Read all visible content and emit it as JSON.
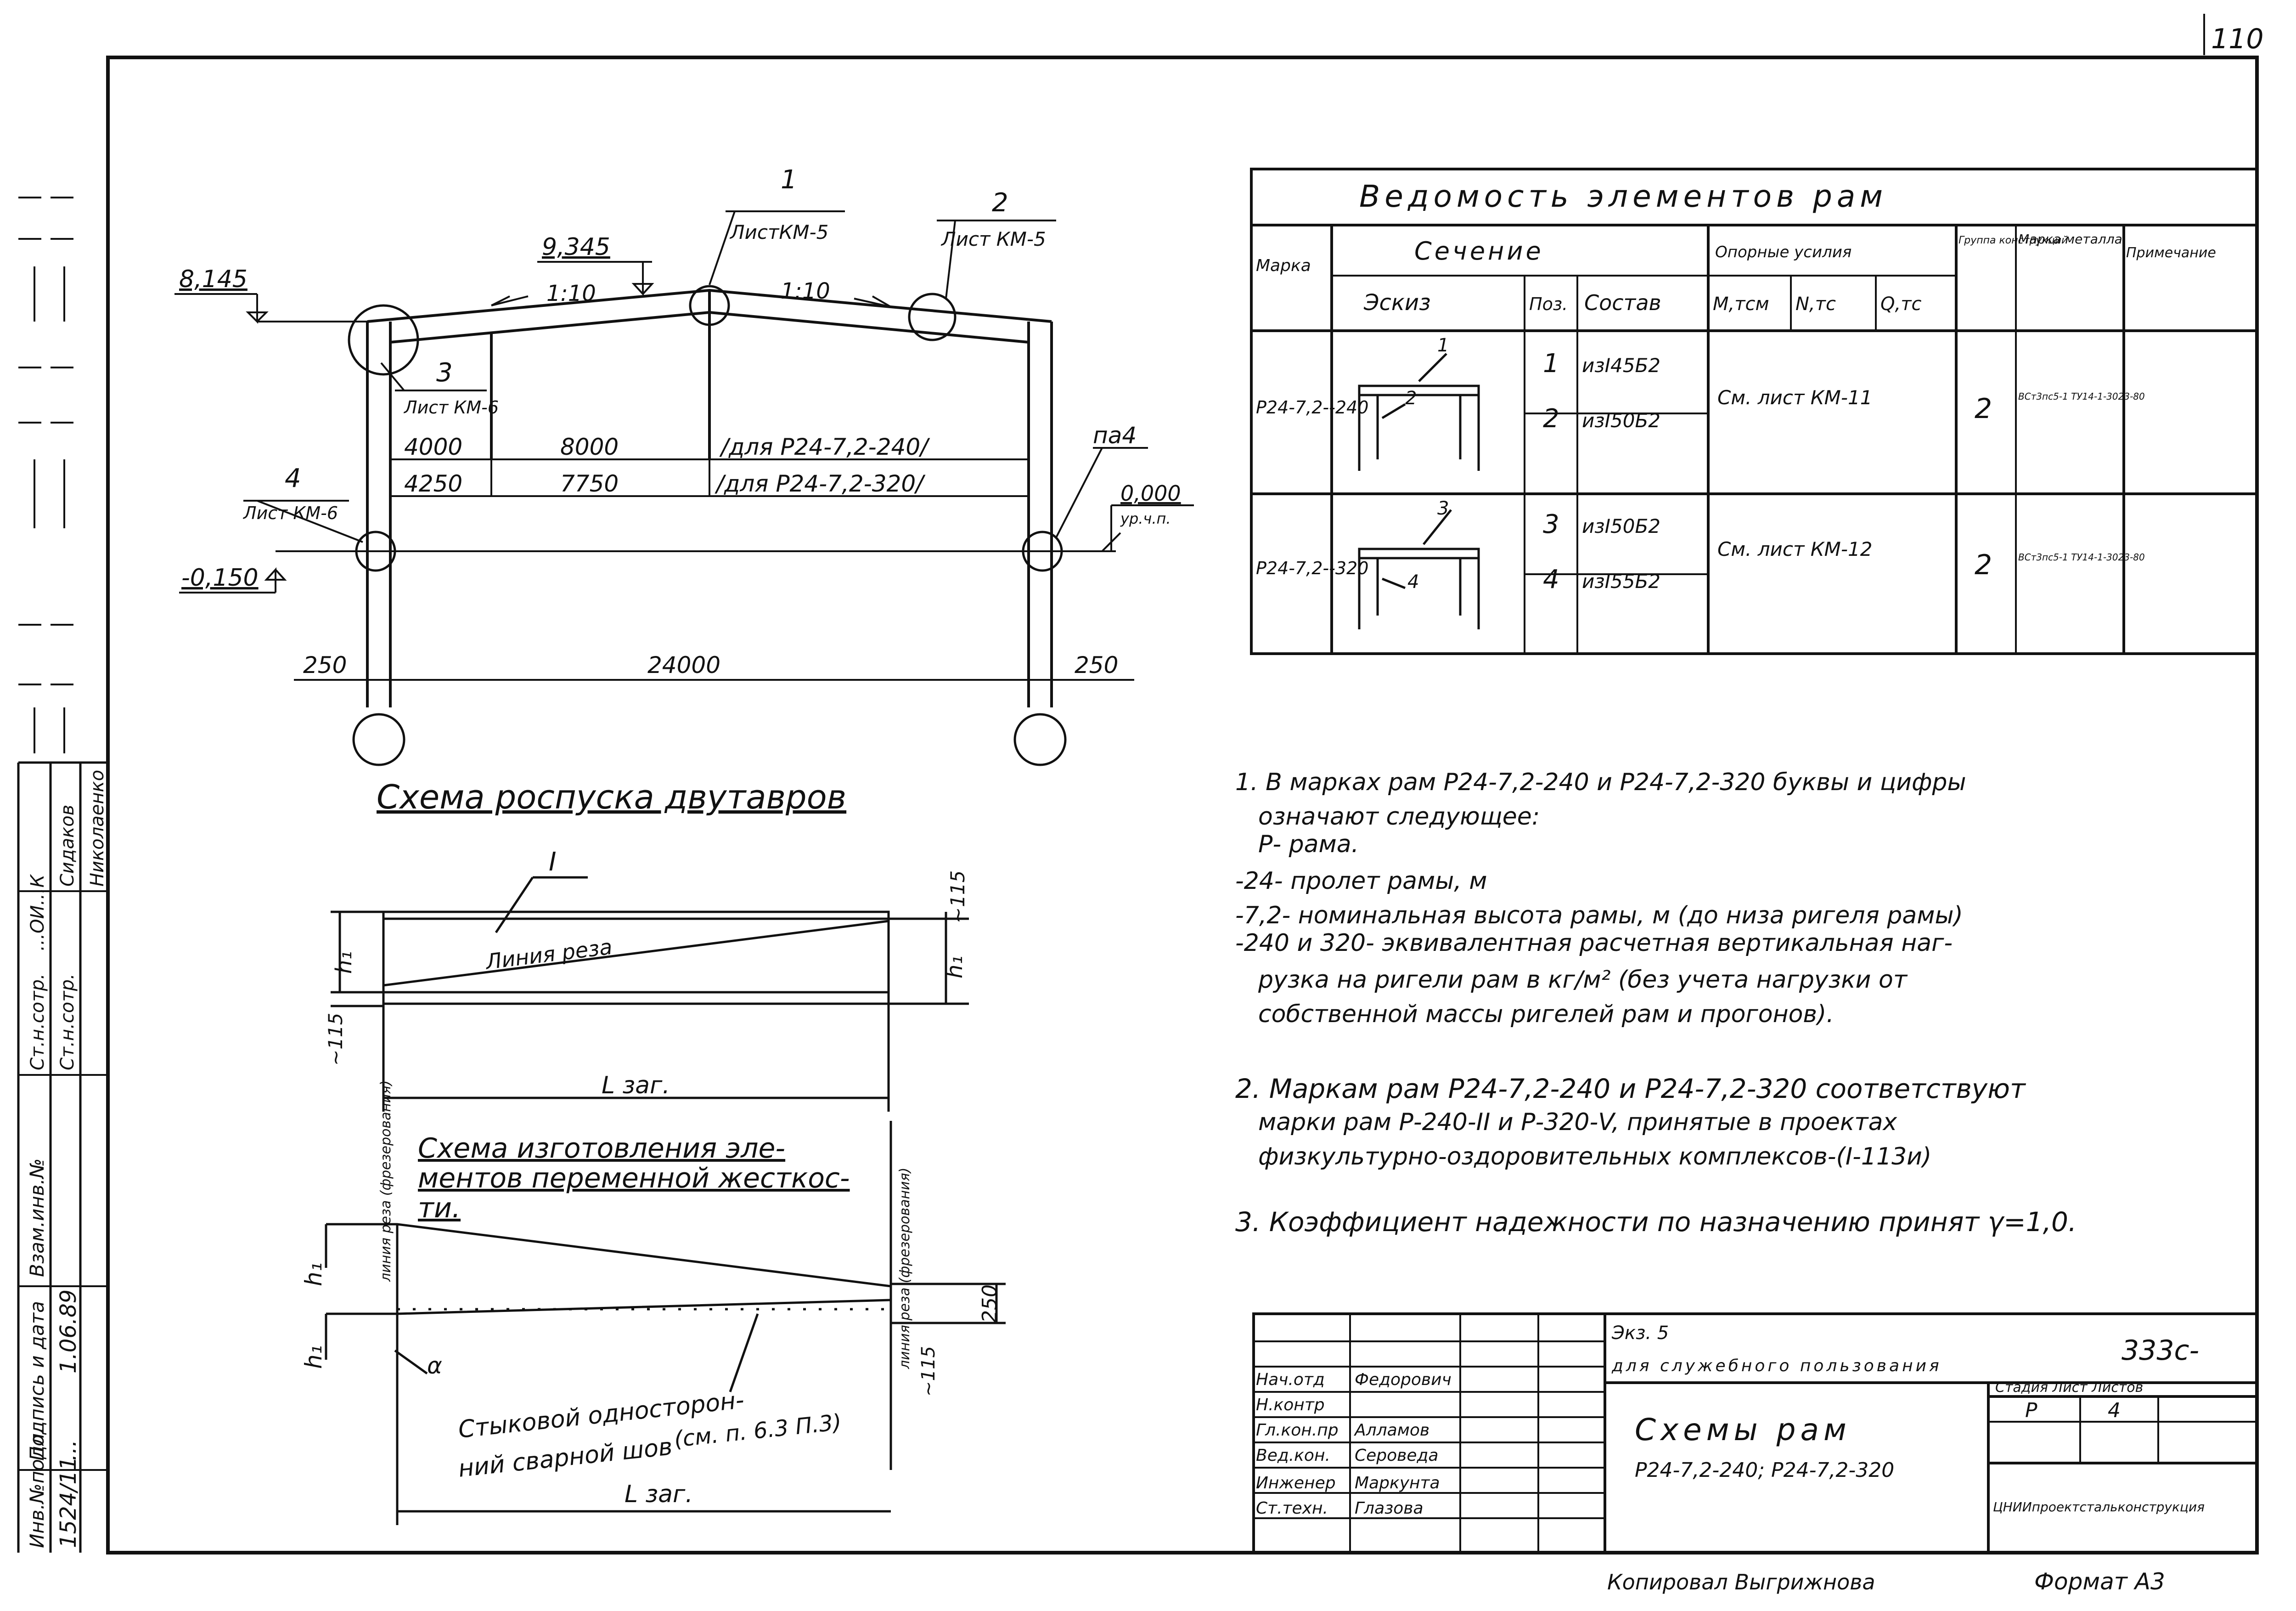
{
  "page_number": "110",
  "frame": {
    "labels": {
      "inv_podl": "Инв.№подл.",
      "podp_data": "Подпись и дата",
      "vzam": "Взам.инв.№",
      "st_n_sotr_1": "Ст.н.сотр.",
      "st_n_sotr_2": "Ст.н.сотр.",
      "rukovoditel": "...ОИ...К",
      "familiya_1": "Сидаков",
      "familiya_2": "Николаенко",
      "podpisi_1": "...",
      "date": "1.06.89",
      "inv_num": "1524/11"
    }
  },
  "frame_scheme": {
    "elev_8145": "8,145",
    "elev_9345": "9,345",
    "elev_m0150": "-0,150",
    "elev_0000": "0,000",
    "ur_ch_p": "ур.ч.п.",
    "slope_left": "1:10",
    "slope_right": "1:10",
    "marker_1": "1",
    "marker_1_sheet": "ЛистКМ-5",
    "marker_2": "2",
    "marker_2_sheet": "Лист КМ-5",
    "marker_3": "3",
    "marker_3_sheet": "Лист КМ-6",
    "marker_4": "4",
    "marker_4_sheet": "Лист КМ-6",
    "dim_4000": "4000",
    "dim_8000": "8000",
    "dim_4250": "4250",
    "dim_7750": "7750",
    "note_240": "/для Р24-7,2-240/",
    "note_320": "/для Р24-7,2-320/",
    "pa4": "па4",
    "dim_250_left": "250",
    "dim_24000": "24000",
    "dim_250_right": "250"
  },
  "cutting_scheme": {
    "title": "Схема роспуска двутавров",
    "beam_label": "I",
    "cut_line": "Линия реза",
    "h1_left": "h₁",
    "h1_right": "h₁",
    "dim_115_top": "~115",
    "dim_115_left": "~115",
    "length": "L заг."
  },
  "fabrication_scheme": {
    "title": "Схема изготовления элементов переменной жесткости.",
    "cut_left": "линия реза (фрезерования)",
    "cut_right": "линия реза (фрезерования)",
    "h1_top": "h₁",
    "h1_bottom": "h₁",
    "alpha": "α",
    "dim_250": "250",
    "dim_115": "~115",
    "weld": "Стыковой односторонний сварной шов",
    "weld_ref": "(см. п. 6.3 П.3)",
    "length": "L заг."
  },
  "table": {
    "title": "Ведомость элементов рам",
    "headers": {
      "marka": "Марка",
      "sechenie": "Сечение",
      "eskiz": "Эскиз",
      "poz": "Поз.",
      "sostav": "Состав",
      "opornye": "Опорные усилия",
      "m": "М,тсм",
      "n": "N,тс",
      "q": "Q,тс",
      "gruppa": "Группа конструкций",
      "marka_metalla": "Марка металла",
      "primechanie": "Примечание"
    },
    "rows": [
      {
        "mark": "Р24-7,2--240",
        "sketch_pos_top": "1",
        "sketch_pos_bottom": "2",
        "items": [
          {
            "pos": "1",
            "composition": "изI45Б2"
          },
          {
            "pos": "2",
            "composition": "изI50Б2"
          }
        ],
        "forces": "См. лист КМ-11",
        "group": "2",
        "steel": "ВСт3пс5-1 ТУ14-1-3023-80"
      },
      {
        "mark": "Р24-7,2--320",
        "sketch_pos_top": "3",
        "sketch_pos_bottom": "4",
        "items": [
          {
            "pos": "3",
            "composition": "изI50Б2"
          },
          {
            "pos": "4",
            "composition": "изI55Б2"
          }
        ],
        "forces": "См. лист КМ-12",
        "group": "2",
        "steel": "ВСт3пс5-1 ТУ14-1-3023-80"
      }
    ]
  },
  "notes": [
    "1. В марках рам Р24-7,2-240 и Р24-7,2-320 буквы и цифры",
    "означают следующее:",
    "Р- рама.",
    "-24- пролет рамы, м",
    "-7,2- номинальная высота рамы, м (до низа ригеля рамы)",
    "-240 и 320- эквивалентная расчетная вертикальная наг-",
    "рузка на ригели рам в кг/м² (без учета нагрузки от",
    "собственной массы ригелей рам и прогонов).",
    "2. Маркам рам Р24-7,2-240 и Р24-7,2-320 соответствуют",
    "марки рам Р-240-II и Р-320-V, принятые в проектах",
    "физкультурно-оздоровительных комплексов-(I-113и)",
    "3. Коэффициент надежности по назначению принят γ=1,0."
  ],
  "title_block": {
    "roles": [
      "Нач.отд",
      "Н.контр",
      "Гл.кон.пр",
      "Вед.кон.",
      "Инженер",
      "Ст.техн."
    ],
    "names": [
      "Федорович",
      "",
      "Алламов",
      "Сероведа",
      "Маркунта",
      "Глазова"
    ],
    "project": "Экз. 5",
    "project_desc": "для служебного пользования",
    "code": "333с-",
    "drawing_title": "Схемы рам",
    "drawing_subtitle": "Р24-7,2-240; Р24-7,2-320",
    "stage_hdr": "Стадия Лист Листов",
    "stage": "Р",
    "sheet": "4",
    "org": "ЦНИИпроектстальконструкция",
    "footer_left": "Копировал Выгрижнова",
    "footer_right": "Формат А3"
  }
}
